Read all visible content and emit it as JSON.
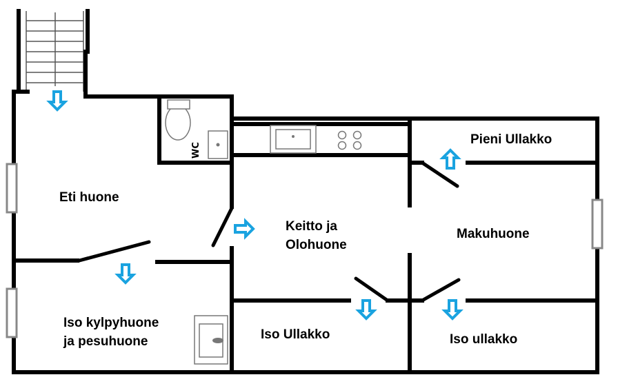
{
  "rooms": {
    "eti_huone": "Eti huone",
    "keitto_line1": "Keitto ja",
    "keitto_line2": "Olohuone",
    "pieni_ullakko": "Pieni Ullakko",
    "makuhuone": "Makuhuone",
    "kylpy_line1": "Iso kylpyhuone",
    "kylpy_line2": "ja pesuhuone",
    "iso_ullakko": "Iso Ullakko",
    "iso_ullakko_2": "Iso ullakko"
  },
  "toilet": {
    "label": "WC"
  },
  "colors": {
    "arrow": "#1aa3e0",
    "wall": "#000000"
  }
}
